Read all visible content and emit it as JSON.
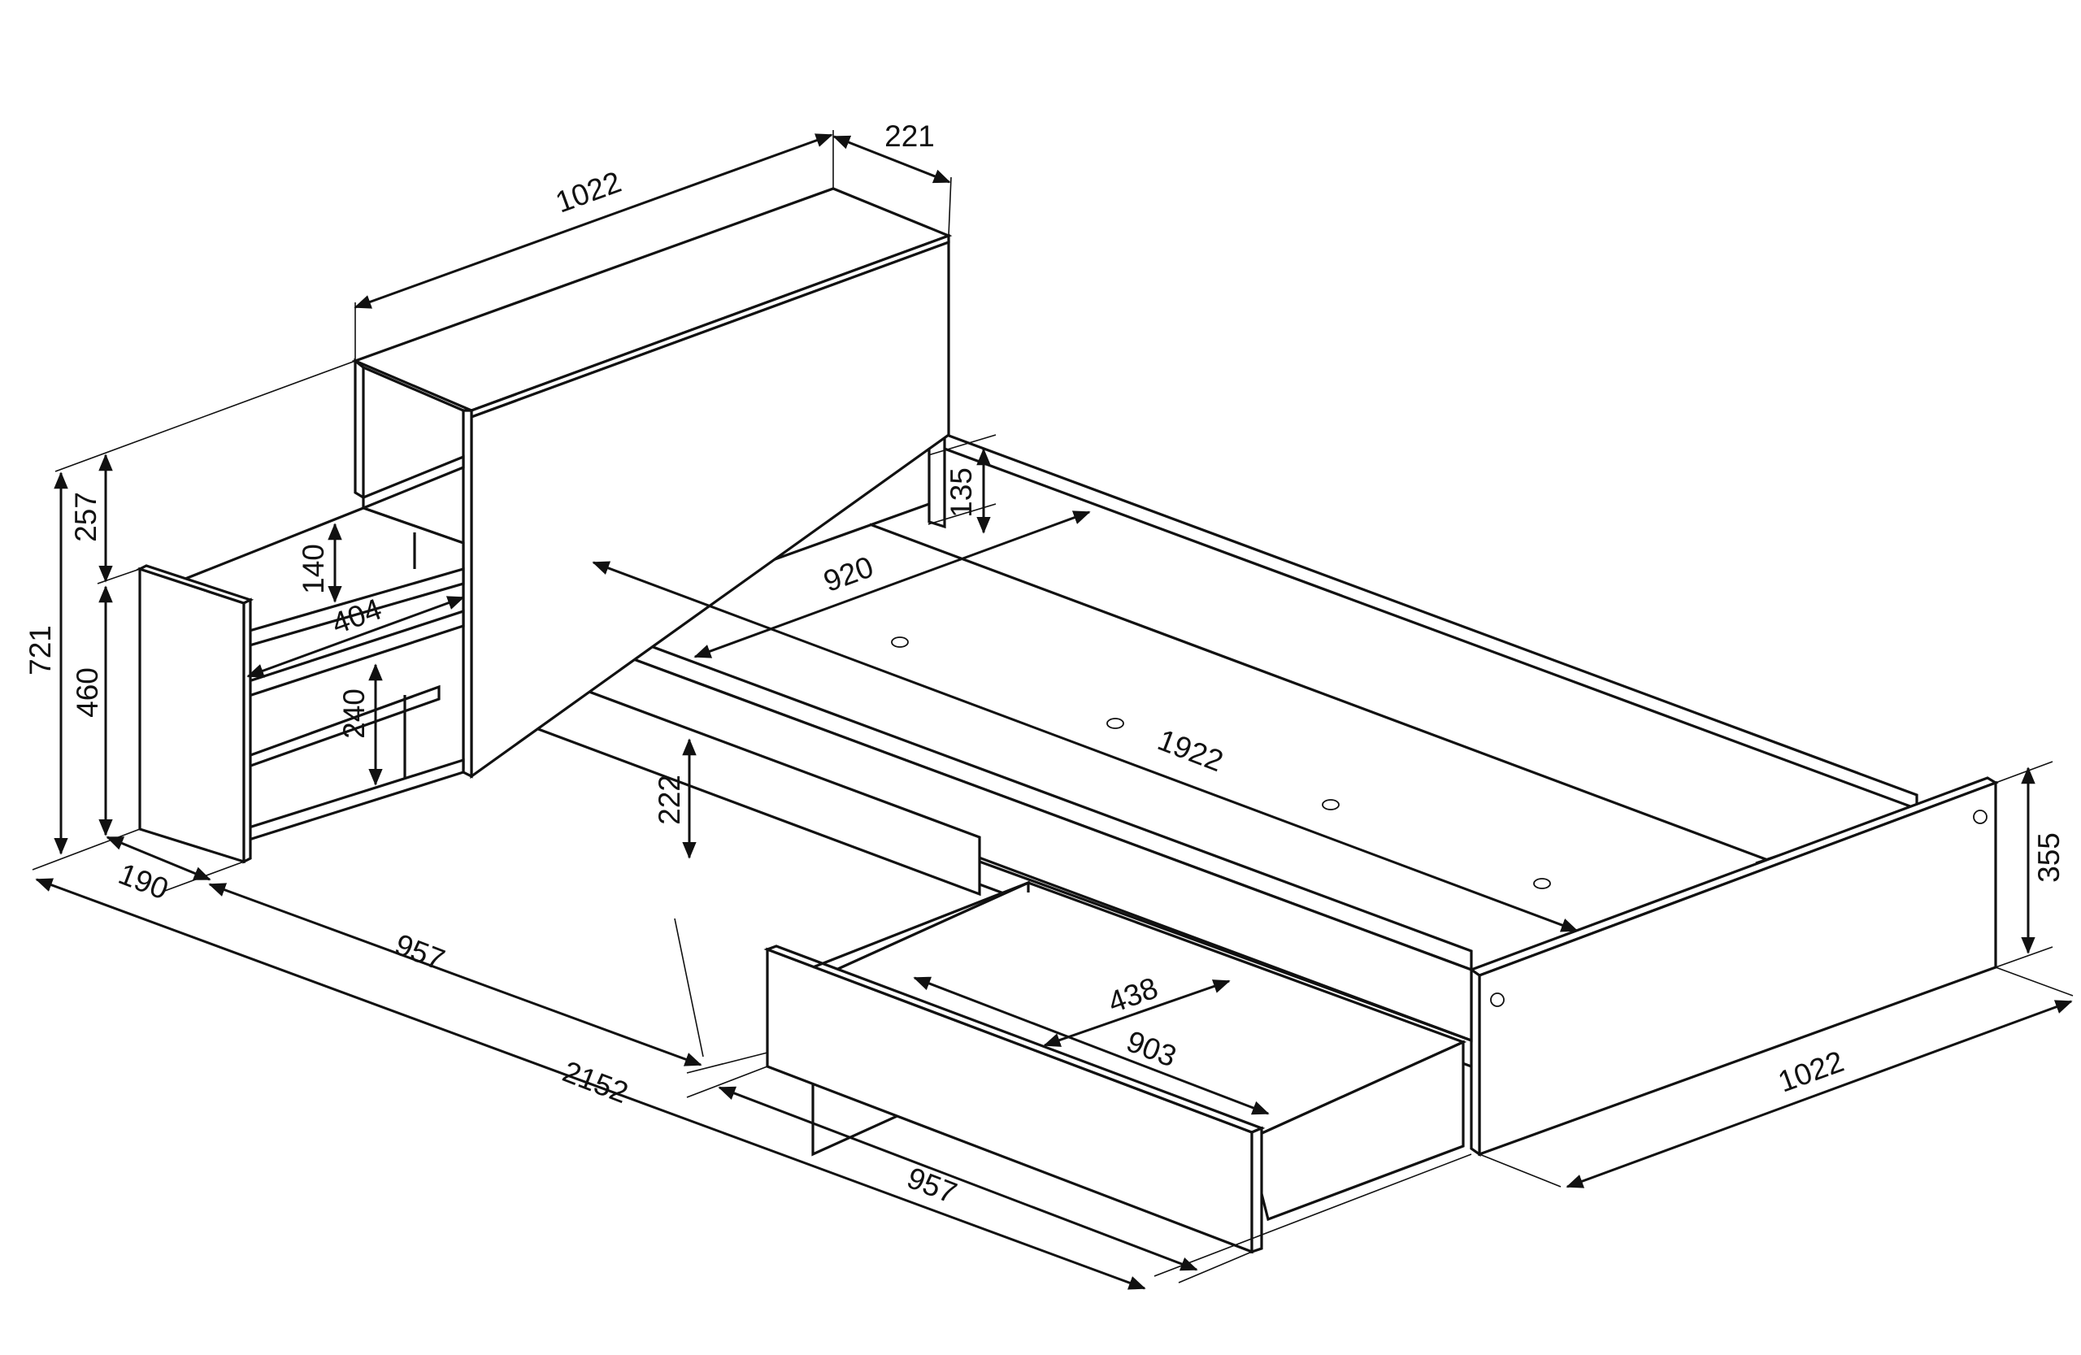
{
  "dimensions": {
    "headboard_length": "1022",
    "headboard_depth": "221",
    "overall_height": "721",
    "shelf_top_height": "257",
    "nightstand_height": "460",
    "shelf_gap": "140",
    "shelf_width": "404",
    "lower_gap": "240",
    "nightstand_depth": "190",
    "left_section_length": "957",
    "overall_length": "2152",
    "drawer_height": "222",
    "bed_side_height": "135",
    "inner_width": "920",
    "inner_length": "1922",
    "footboard_height": "355",
    "drawer_depth": "438",
    "drawer_inner_length": "903",
    "drawer_length": "957",
    "foot_width": "1022"
  }
}
